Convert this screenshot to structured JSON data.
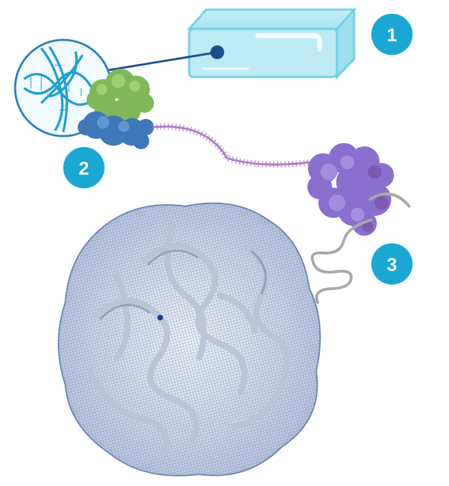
{
  "steps": [
    {
      "number": "1",
      "label": "",
      "color": "#1aa7d4"
    },
    {
      "number": "2",
      "label": "",
      "color": "#1aa7d4"
    },
    {
      "number": "3",
      "label": "",
      "color": "#1aa7d4"
    }
  ],
  "colors": {
    "cell_box": "#bdeaf5",
    "cell_box_edge": "#6fd0e8",
    "dna": "#1fa0d0",
    "rna_polymerase_top": "#7fb85a",
    "rna_polymerase_bottom": "#3f78b8",
    "mrna": "#b07cc8",
    "ribosome": "#8a6fcf",
    "polypeptide": "#a8a8a8",
    "folded_protein_mesh": "#6f86b8",
    "folded_protein_backbone": "#b8c4d6",
    "connector": "#1b4f8c"
  },
  "icons": [
    "cell-box-icon",
    "dna-nucleus-icon",
    "rna-polymerase-icon",
    "mrna-strand-icon",
    "ribosome-icon",
    "polypeptide-chain-icon",
    "folded-protein-icon"
  ]
}
